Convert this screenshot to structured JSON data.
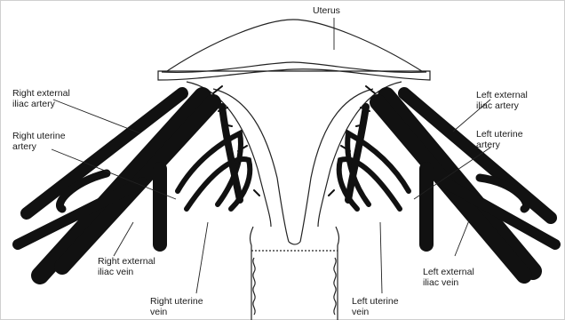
{
  "labels": {
    "uterus": "Uterus",
    "right_external_iliac_artery": [
      "Right external",
      "iliac artery"
    ],
    "right_uterine_artery": [
      "Right uterine",
      "artery"
    ],
    "right_external_iliac_vein": [
      "Right external",
      "iliac vein"
    ],
    "right_uterine_vein": [
      "Right uterine",
      "vein"
    ],
    "left_external_iliac_artery": [
      "Left external",
      "iliac artery"
    ],
    "left_uterine_artery": [
      "Left uterine",
      "artery"
    ],
    "left_external_iliac_vein": [
      "Left external",
      "iliac vein"
    ],
    "left_uterine_vein": [
      "Left uterine",
      "vein"
    ]
  },
  "colors": {
    "vessel": "#111111",
    "outline": "#222222",
    "background": "#ffffff"
  }
}
